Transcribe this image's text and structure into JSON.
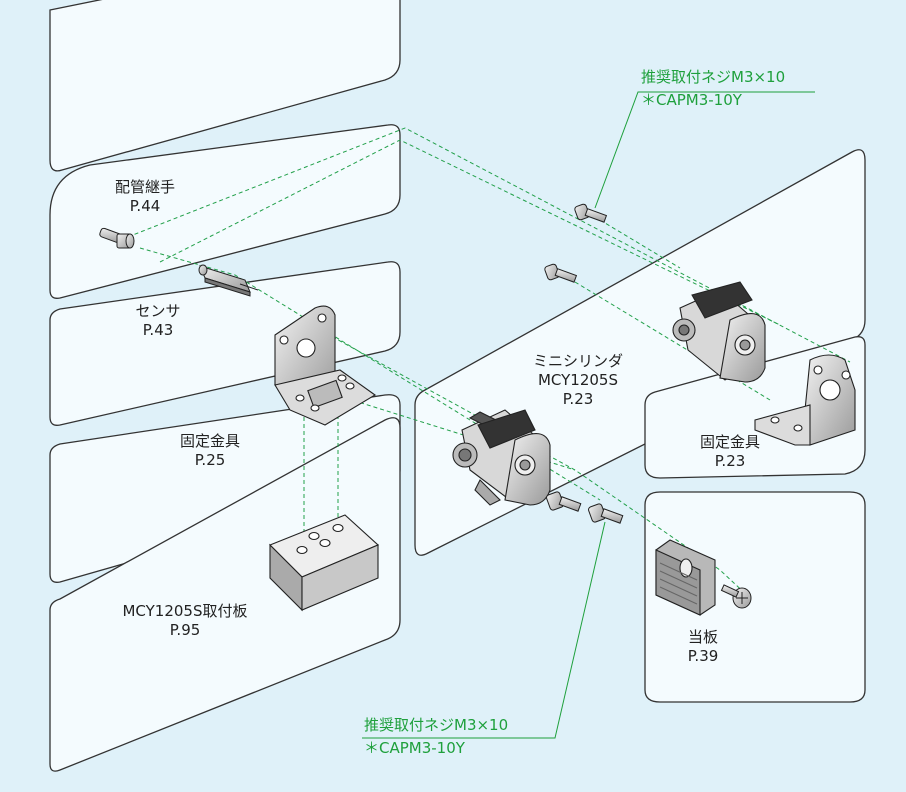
{
  "diagram": {
    "colors": {
      "background": "#dff1f9",
      "panel": "#f4fbfe",
      "panel_stroke": "#333333",
      "guide": "#22a04a",
      "note": "#1ea03c"
    },
    "parts": {
      "fitting": {
        "name": "配管継手",
        "page": "P.44"
      },
      "sensor": {
        "name": "センサ",
        "page": "P.43"
      },
      "bracket_left": {
        "name": "固定金具",
        "page": "P.25"
      },
      "mounting_plate": {
        "name": "MCY1205S取付板",
        "page": "P.95"
      },
      "cylinder": {
        "name": "ミニシリンダ",
        "model": "MCY1205S",
        "page": "P.23"
      },
      "bracket_right": {
        "name": "固定金具",
        "page": "P.23"
      },
      "stopper": {
        "name": "当板",
        "page": "P.39"
      }
    },
    "screw_notes": {
      "top": {
        "title": "推奨取付ネジM3×10",
        "code": "＊CAPM3-10Y"
      },
      "bottom": {
        "title": "推奨取付ネジM3×10",
        "code": "＊CAPM3-10Y"
      }
    }
  }
}
